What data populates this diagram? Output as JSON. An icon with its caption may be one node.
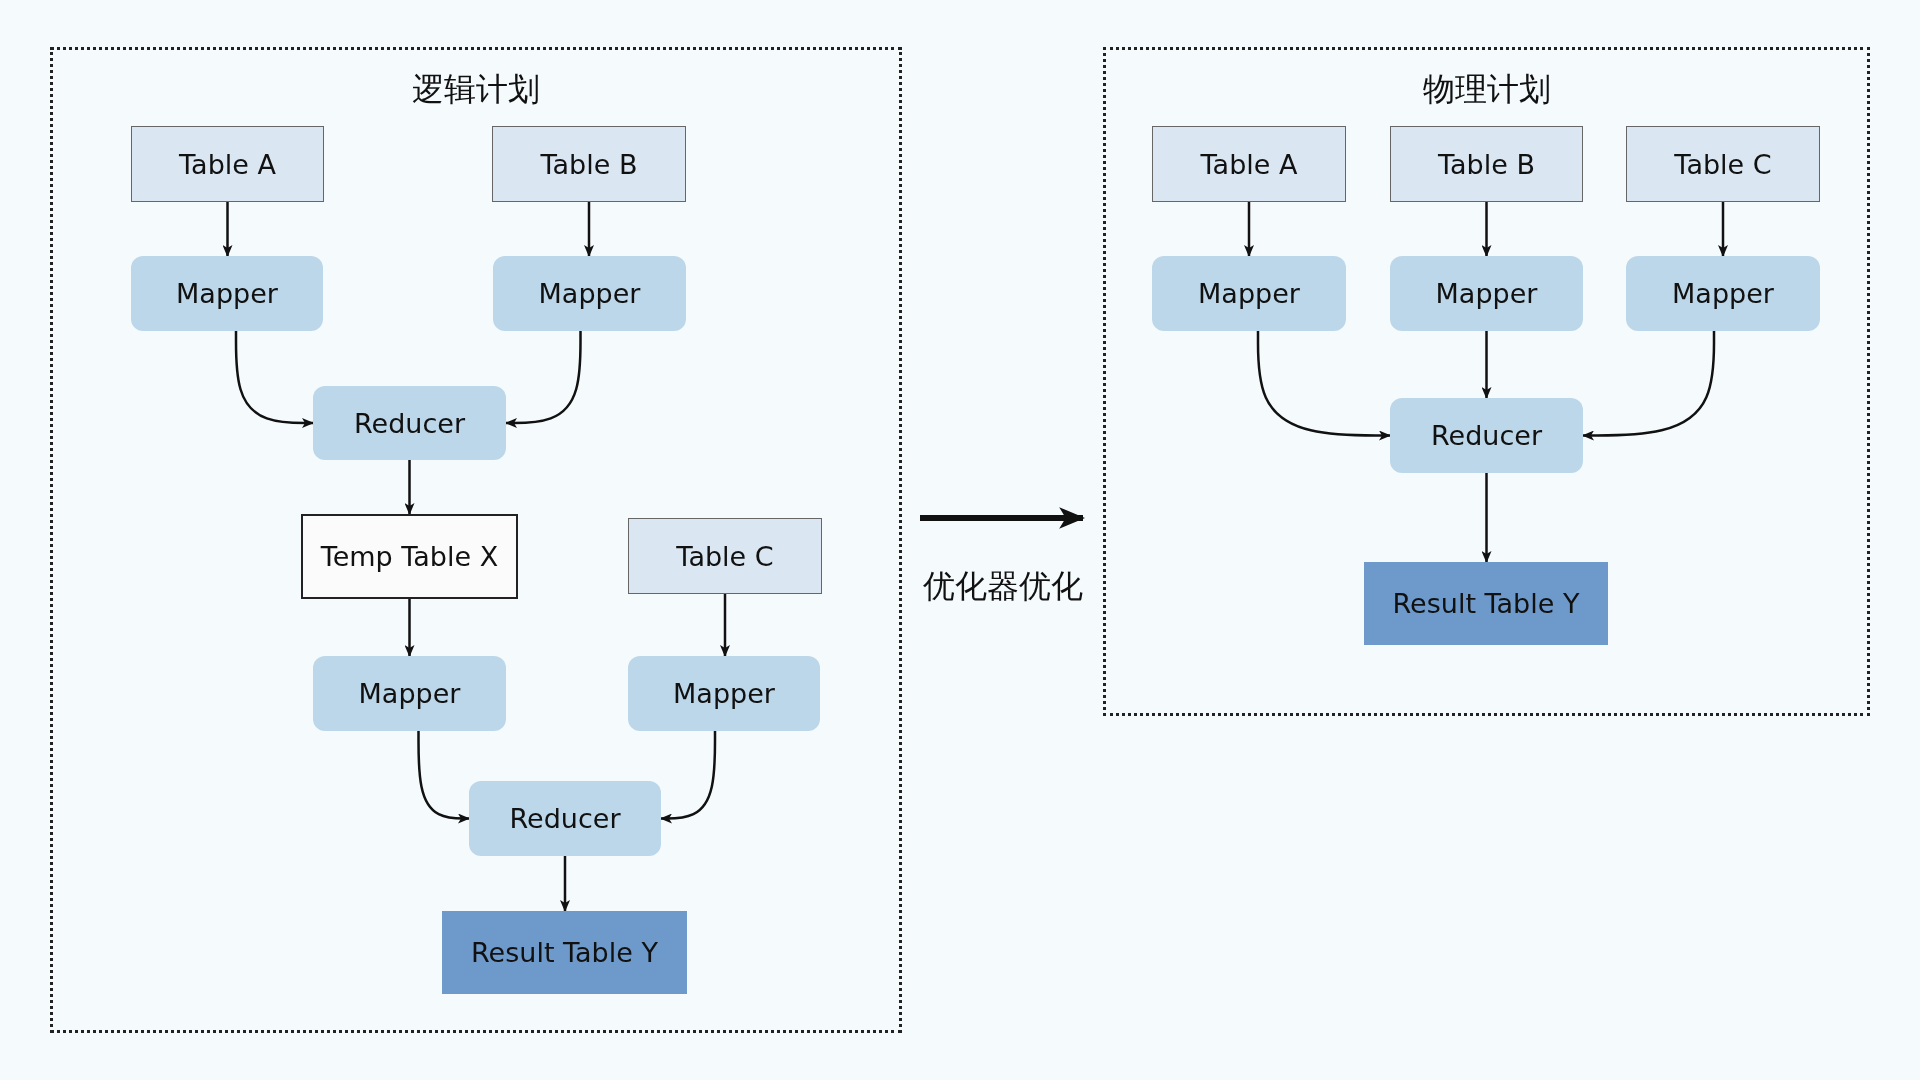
{
  "diagram": {
    "nodes": [
      {
        "text": [
          "逻辑计划"
        ]
      },
      {
        "text": [
          "Table A"
        ],
        "in": 0
      },
      {
        "text": [
          "Table B"
        ],
        "in": 0
      },
      {
        "text": [
          "Mapper"
        ],
        "in": 0
      },
      {
        "text": [
          "Mapper"
        ],
        "in": 0
      },
      {
        "text": [
          "Reducer"
        ],
        "in": 0
      },
      {
        "text": [
          "Temp Table X"
        ],
        "in": 0
      },
      {
        "text": [
          "Table C"
        ],
        "in": 0
      },
      {
        "text": [
          "Mapper"
        ],
        "in": 0
      },
      {
        "text": [
          "Mapper"
        ],
        "in": 0
      },
      {
        "text": [
          "Reducer"
        ],
        "in": 0
      },
      {
        "text": [
          "Result Table Y"
        ],
        "in": 0
      },
      {
        "text": [
          "物理计划"
        ]
      },
      {
        "text": [
          "Table A"
        ],
        "in": 12
      },
      {
        "text": [
          "Table B"
        ],
        "in": 12
      },
      {
        "text": [
          "Table C"
        ],
        "in": 12
      },
      {
        "text": [
          "Mapper"
        ],
        "in": 12
      },
      {
        "text": [
          "Mapper"
        ],
        "in": 12
      },
      {
        "text": [
          "Mapper"
        ],
        "in": 12
      },
      {
        "text": [
          "Reducer"
        ],
        "in": 12
      },
      {
        "text": [
          "Result Table Y"
        ],
        "in": 12
      }
    ],
    "edges": [
      {
        "from": 1,
        "to": 3,
        "arrow": "to"
      },
      {
        "from": 2,
        "to": 4,
        "arrow": "to"
      },
      {
        "from": 3,
        "to": 5,
        "arrow": "to"
      },
      {
        "from": 4,
        "to": 5,
        "arrow": "to"
      },
      {
        "from": 5,
        "to": 6,
        "arrow": "to"
      },
      {
        "from": 6,
        "to": 8,
        "arrow": "to"
      },
      {
        "from": 7,
        "to": 9,
        "arrow": "to"
      },
      {
        "from": 8,
        "to": 10,
        "arrow": "to"
      },
      {
        "from": 9,
        "to": 10,
        "arrow": "to"
      },
      {
        "from": 10,
        "to": 11,
        "arrow": "to"
      },
      {
        "from": 0,
        "to": 12,
        "arrow": "to",
        "label": "优化器优化",
        "style": "thick"
      },
      {
        "from": 13,
        "to": 16,
        "arrow": "to"
      },
      {
        "from": 14,
        "to": 17,
        "arrow": "to"
      },
      {
        "from": 15,
        "to": 18,
        "arrow": "to"
      },
      {
        "from": 16,
        "to": 19,
        "arrow": "to"
      },
      {
        "from": 17,
        "to": 19,
        "arrow": "to"
      },
      {
        "from": 18,
        "to": 19,
        "arrow": "to"
      },
      {
        "from": 19,
        "to": 20,
        "arrow": "to"
      }
    ]
  }
}
